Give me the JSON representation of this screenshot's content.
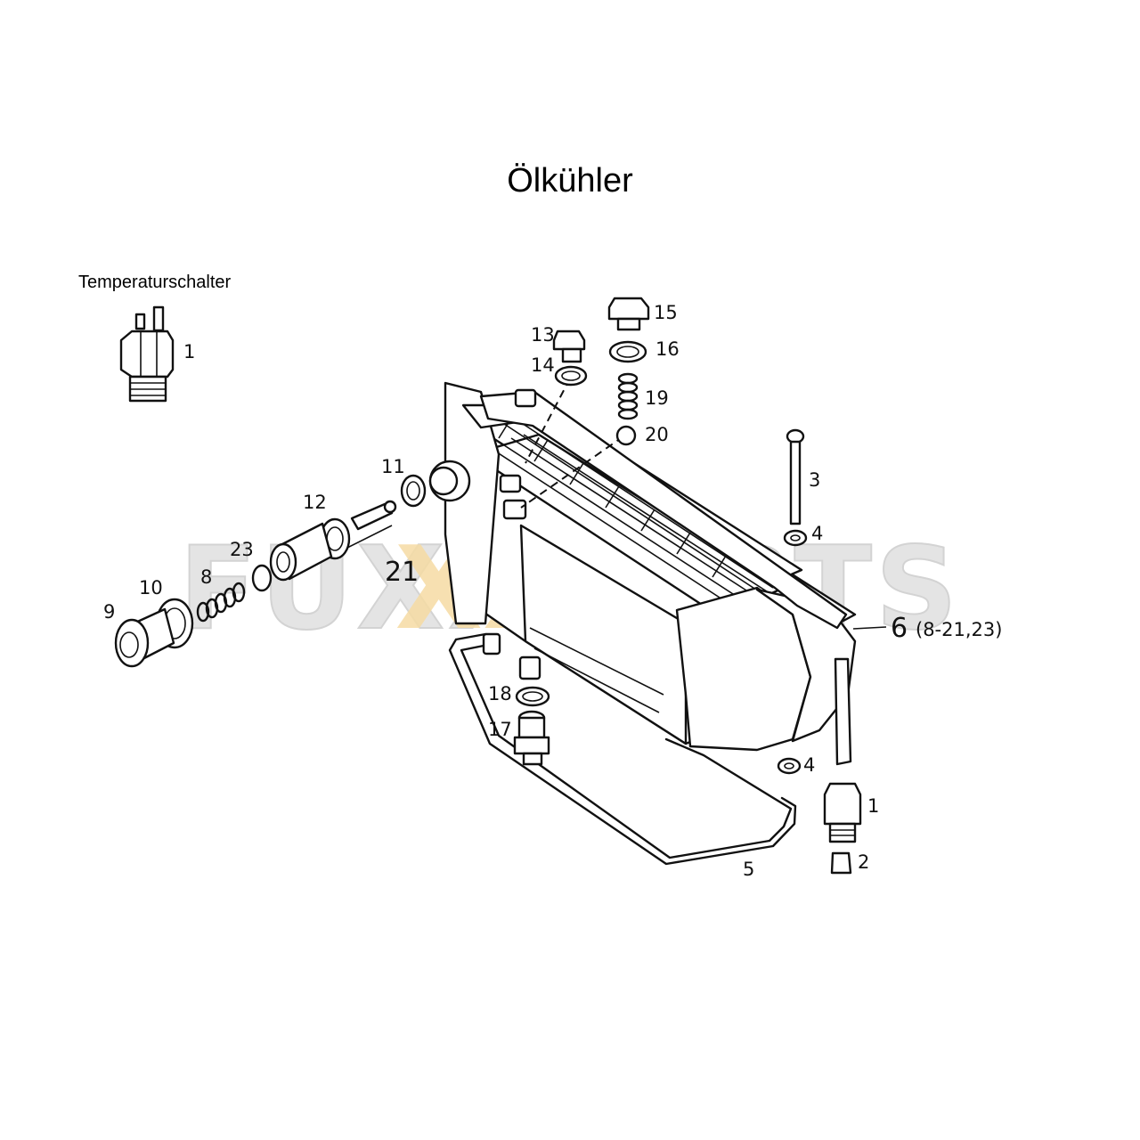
{
  "title": "Ölkühler",
  "switch_caption": "Temperaturschalter",
  "watermark": "FUXXPARTS",
  "colors": {
    "watermark_gray": "#d8d8d8",
    "watermark_accent": "#f5d89a",
    "line": "#111111"
  },
  "part_labels": {
    "switch_1": "1",
    "p1": "1",
    "p2": "2",
    "p3": "3",
    "p4_top": "4",
    "p4_bottom": "4",
    "p5": "5",
    "p6": "6",
    "p6_note": "(8-21,23)",
    "p8": "8",
    "p9": "9",
    "p10": "10",
    "p11": "11",
    "p12": "12",
    "p13": "13",
    "p14": "14",
    "p15": "15",
    "p16": "16",
    "p17": "17",
    "p18": "18",
    "p19": "19",
    "p20": "20",
    "p21": "21",
    "p23": "23"
  }
}
